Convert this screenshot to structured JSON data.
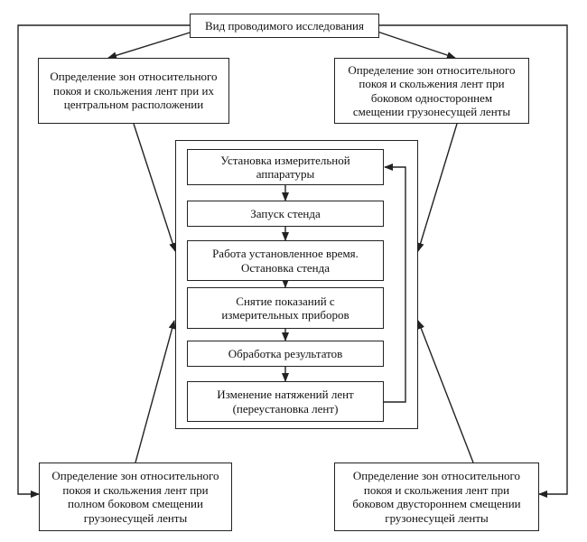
{
  "top": {
    "lines": [
      "Вид проводимого исследования"
    ]
  },
  "corners": {
    "top_left": {
      "lines": [
        "Определение зон относительного",
        "покоя и скольжения лент при их",
        "центральном расположении"
      ]
    },
    "top_right": {
      "lines": [
        "Определение зон относительного",
        "покоя и скольжения лент при",
        "боковом одностороннем",
        "смещении грузонесущей ленты"
      ]
    },
    "bottom_left": {
      "lines": [
        "Определение зон относительного",
        "покоя и скольжения лент при",
        "полном боковом смещении",
        "грузонесущей ленты"
      ]
    },
    "bottom_right": {
      "lines": [
        "Определение зон относительного",
        "покоя и скольжения лент при",
        "боковом двустороннем смещении",
        "грузонесущей ленты"
      ]
    }
  },
  "steps": [
    {
      "lines": [
        "Установка измерительной",
        "аппаратуры"
      ]
    },
    {
      "lines": [
        "Запуск стенда"
      ]
    },
    {
      "lines": [
        "Работа установленное время.",
        "Остановка стенда"
      ]
    },
    {
      "lines": [
        "Снятие показаний с",
        "измерительных приборов"
      ]
    },
    {
      "lines": [
        "Обработка результатов"
      ]
    },
    {
      "lines": [
        "Изменение натяжений лент",
        "(переустановка лент)"
      ]
    }
  ]
}
